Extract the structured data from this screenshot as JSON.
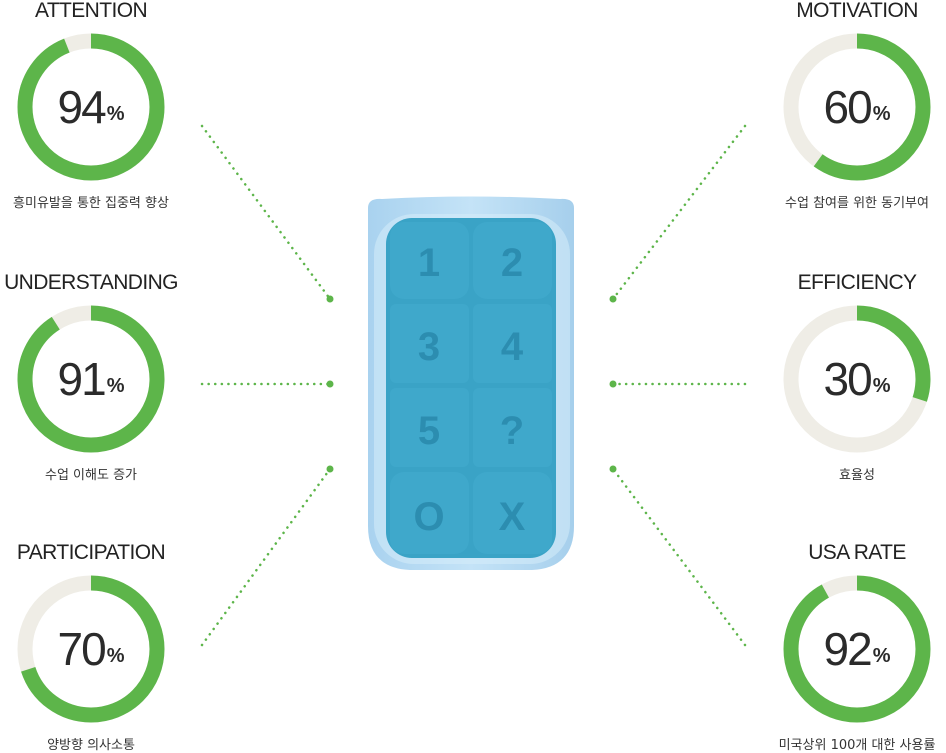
{
  "colors": {
    "accent": "#5db54a",
    "track": "#efede6",
    "device_shell": "#b9dcf3",
    "device_keys": "#3aa3c6"
  },
  "stats": [
    {
      "title": "ATTENTION",
      "value": "94",
      "unit": "%",
      "desc": "흥미유발을 통한 집중력 향상"
    },
    {
      "title": "UNDERSTANDING",
      "value": "91",
      "unit": "%",
      "desc": "수업 이해도 증가"
    },
    {
      "title": "PARTICIPATION",
      "value": "70",
      "unit": "%",
      "desc": "양방향 의사소통"
    },
    {
      "title": "MOTIVATION",
      "value": "60",
      "unit": "%",
      "desc": "수업 참여를 위한 동기부여"
    },
    {
      "title": "EFFICIENCY",
      "value": "30",
      "unit": "%",
      "desc": "효율성"
    },
    {
      "title": "USA RATE",
      "value": "92",
      "unit": "%",
      "desc": "미국상위 100개 대한 사용률"
    }
  ],
  "chart_data": {
    "type": "donut",
    "categories": [
      "ATTENTION",
      "UNDERSTANDING",
      "PARTICIPATION",
      "MOTIVATION",
      "EFFICIENCY",
      "USA RATE"
    ],
    "values": [
      94,
      91,
      70,
      60,
      30,
      92
    ],
    "unit": "%",
    "ylim": [
      0,
      100
    ]
  },
  "device": {
    "keys": [
      "1",
      "2",
      "3",
      "4",
      "5",
      "?",
      "O",
      "X"
    ]
  }
}
